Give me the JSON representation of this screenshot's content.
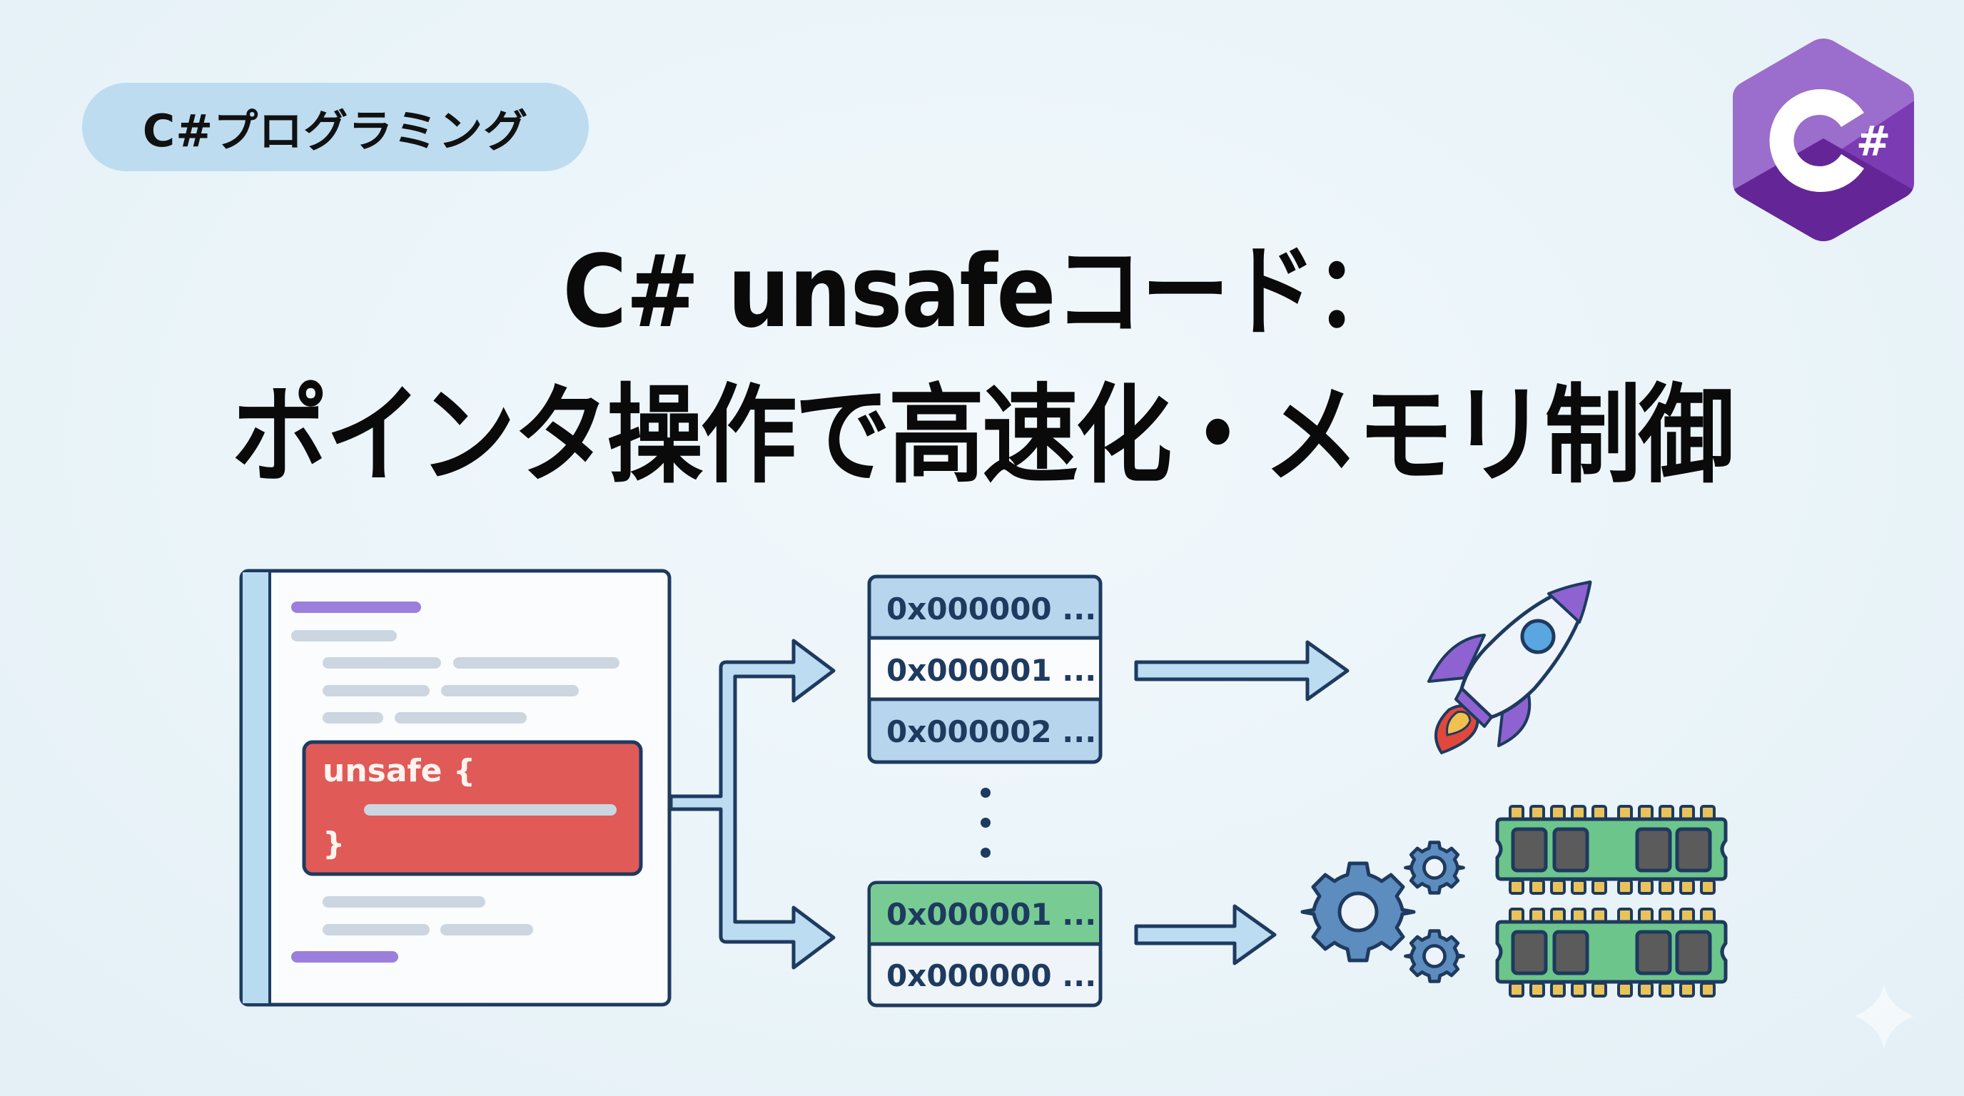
{
  "category": {
    "label": "C#プログラミング"
  },
  "logo": {
    "letter": "C",
    "sharp": "#",
    "colors": {
      "light": "#9b6dcc",
      "dark": "#68259b",
      "mid": "#7d3eb5"
    }
  },
  "title": {
    "line1": "C# unsafeコード：",
    "line2": "ポインタ操作で高速化・メモリ制御"
  },
  "code_panel": {
    "block_open": "unsafe {",
    "block_close": "}",
    "colors": {
      "keyword_bar": "#9b7fdc",
      "code_bar": "#cbd6e0",
      "unsafe_block": "#e05a57",
      "gutter": "#b9dbf1"
    }
  },
  "memory_top": {
    "rows": [
      {
        "address": "0x000000 ...",
        "style": "blue"
      },
      {
        "address": "0x000001 ...",
        "style": "white"
      },
      {
        "address": "0x000002 ...",
        "style": "blue"
      }
    ]
  },
  "ellipsis": "⋮",
  "memory_bottom": {
    "rows": [
      {
        "address": "0x000001 ...",
        "style": "green"
      },
      {
        "address": "0x000000 ...",
        "style": "light"
      }
    ]
  },
  "icons": {
    "speed": "rocket-icon",
    "memory_control": "gears-icon",
    "memory": "ram-module-icon",
    "decoration": "sparkle-icon"
  },
  "colors": {
    "outline": "#1e3a5f",
    "arrow_fill": "#bcdcf2",
    "mem_blue": "#b7d6ee",
    "mem_green": "#78cc93",
    "ram_green": "#6cc58b",
    "chip": "#5b5b5b",
    "pin": "#e9c35a",
    "gear": "#5d8cbf",
    "rocket_purple": "#8e62d0",
    "rocket_window": "#5aa6e0",
    "flame_red": "#e0483c",
    "flame_yellow": "#f2c04f"
  }
}
